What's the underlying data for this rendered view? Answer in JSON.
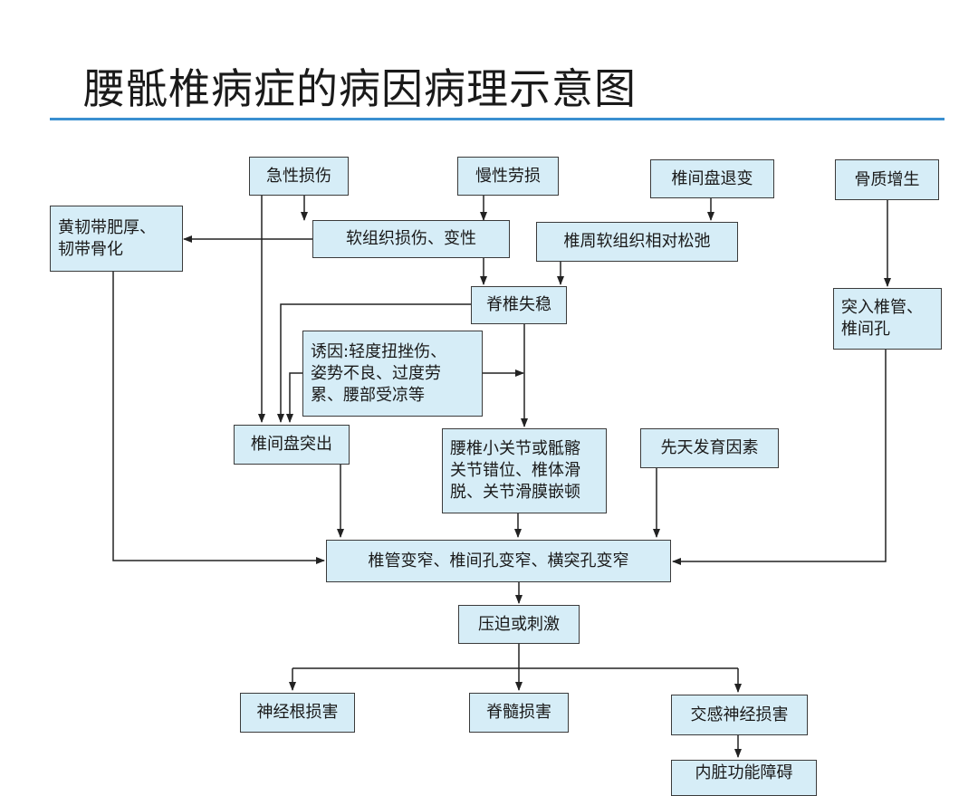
{
  "title": "腰骶椎病症的病因病理示意图",
  "nodes": {
    "acute_injury": "急性损伤",
    "chronic_strain": "慢性劳损",
    "disc_degeneration": "椎间盘退变",
    "bone_hyperplasia": "骨质增生",
    "ligament_thickening": "黄韧带肥厚、\n韧带骨化",
    "soft_tissue_injury": "软组织损伤、变性",
    "perivertebral_laxity": "椎周软组织相对松弛",
    "spinal_instability": "脊椎失稳",
    "protrusion_canal": "突入椎管、\n椎间孔",
    "triggers": "诱因:轻度扭挫伤、\n姿势不良、过度劳\n累、腰部受凉等",
    "disc_herniation": "椎间盘突出",
    "facet_dislocation": "腰椎小关节或骶髂\n关节错位、椎体滑\n脱、关节滑膜嵌顿",
    "congenital": "先天发育因素",
    "stenosis": "椎管变窄、椎间孔变窄、横突孔变窄",
    "compression": "压迫或刺激",
    "nerve_root": "神经根损害",
    "spinal_cord": "脊髓损害",
    "sympathetic": "交感神经损害",
    "visceral": "内脏功能障碍"
  }
}
